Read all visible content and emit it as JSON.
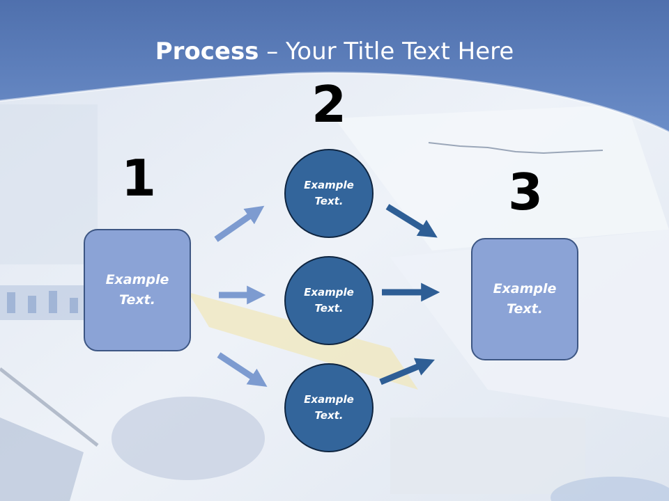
{
  "title": {
    "bold": "Process",
    "rest": " – Your Title Text Here"
  },
  "steps": [
    {
      "number": "1",
      "text": "Example\nText."
    },
    {
      "number": "2",
      "items": [
        "Example\nText.",
        "Example\nText.",
        "Example\nText."
      ]
    },
    {
      "number": "3",
      "text": "Example\nText."
    }
  ],
  "colors": {
    "header": "#5f82c0",
    "box_fill": "#8ba3d6",
    "circle_fill": "#33659b",
    "arrow_light": "#7d9bd0",
    "arrow_dark": "#2e5e95"
  }
}
